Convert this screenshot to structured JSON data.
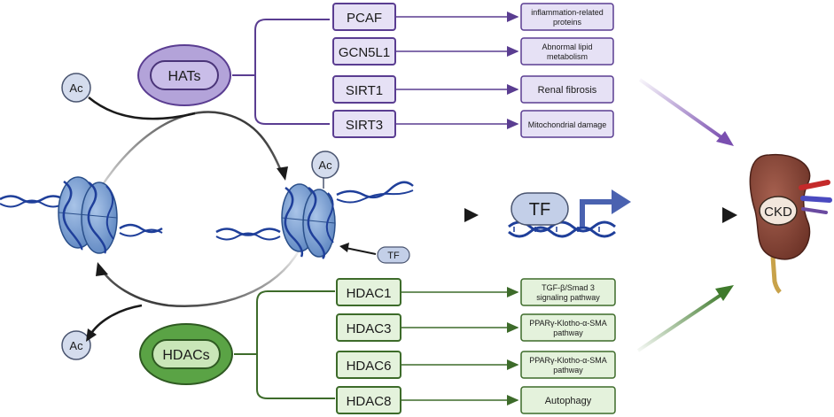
{
  "hats": {
    "label": "HATs",
    "targets": [
      {
        "name": "PCAF",
        "effect_lines": [
          "inflammation-related",
          "proteins"
        ]
      },
      {
        "name": "GCN5L1",
        "effect_lines": [
          "Abnormal lipid",
          "metabolism"
        ]
      },
      {
        "name": "SIRT1",
        "effect_lines": [
          "Renal fibrosis"
        ]
      },
      {
        "name": "SIRT3",
        "effect_lines": [
          "Mitochondrial damage"
        ]
      }
    ]
  },
  "hdacs": {
    "label": "HDACs",
    "targets": [
      {
        "name": "HDAC1",
        "effect_lines": [
          "TGF-β/Smad 3",
          "signaling pathway"
        ]
      },
      {
        "name": "HDAC3",
        "effect_lines": [
          "PPARγ-Klotho-α-SMA",
          "pathway"
        ]
      },
      {
        "name": "HDAC6",
        "effect_lines": [
          "PPARγ-Klotho-α-SMA",
          "pathway"
        ]
      },
      {
        "name": "HDAC8",
        "effect_lines": [
          "Autophagy"
        ]
      }
    ]
  },
  "ac_labels": {
    "top": "Ac",
    "bottom": "Ac",
    "histone": "Ac"
  },
  "tf_small": "TF",
  "tf_large": "TF",
  "ckd": "CKD",
  "colors": {
    "hat_fill": "#e6e1f5",
    "hat_stroke": "#5a3d91",
    "hat_arrow": "#7a4fb0",
    "hdac_fill": "#e4f2dc",
    "hdac_stroke": "#3d6b2a",
    "hdac_arrow": "#3f7a2c",
    "ac_fill": "#d4dced",
    "ac_stroke": "#4a5570",
    "dna": "#1f3f9a",
    "nucleosome": "#7a9fd0",
    "kidney": "#8b4a3c"
  }
}
